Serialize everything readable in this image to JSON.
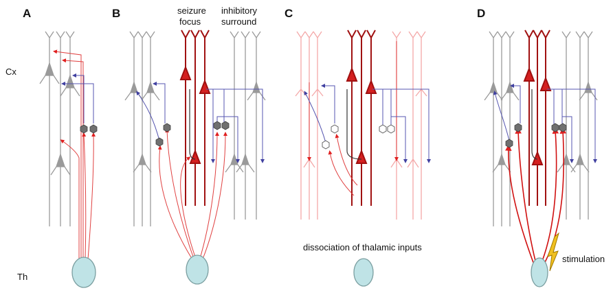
{
  "figure": {
    "panels": [
      "A",
      "B",
      "C",
      "D"
    ],
    "region_labels": {
      "cortex": "Cx",
      "thalamus": "Th"
    },
    "annotations": {
      "seizure_focus": [
        "seizure",
        "focus"
      ],
      "inhibitory_surround": [
        "inhibitory",
        "surround"
      ],
      "dissociation": "dissociation of thalamic inputs",
      "stimulation": "stimulation"
    },
    "colors": {
      "neutral_neuron": "#9a9a9a",
      "seizure_neuron": "#a01010",
      "active_soma": "#d42020",
      "faded_neuron": "#f4a8a8",
      "thalamic_axon": "#e04040",
      "inhibitory_axon": "#5656b0",
      "interneuron": "#707070",
      "thalamus_fill": "#bfe3e6",
      "stimulation_bolt": "#f0c020"
    }
  }
}
